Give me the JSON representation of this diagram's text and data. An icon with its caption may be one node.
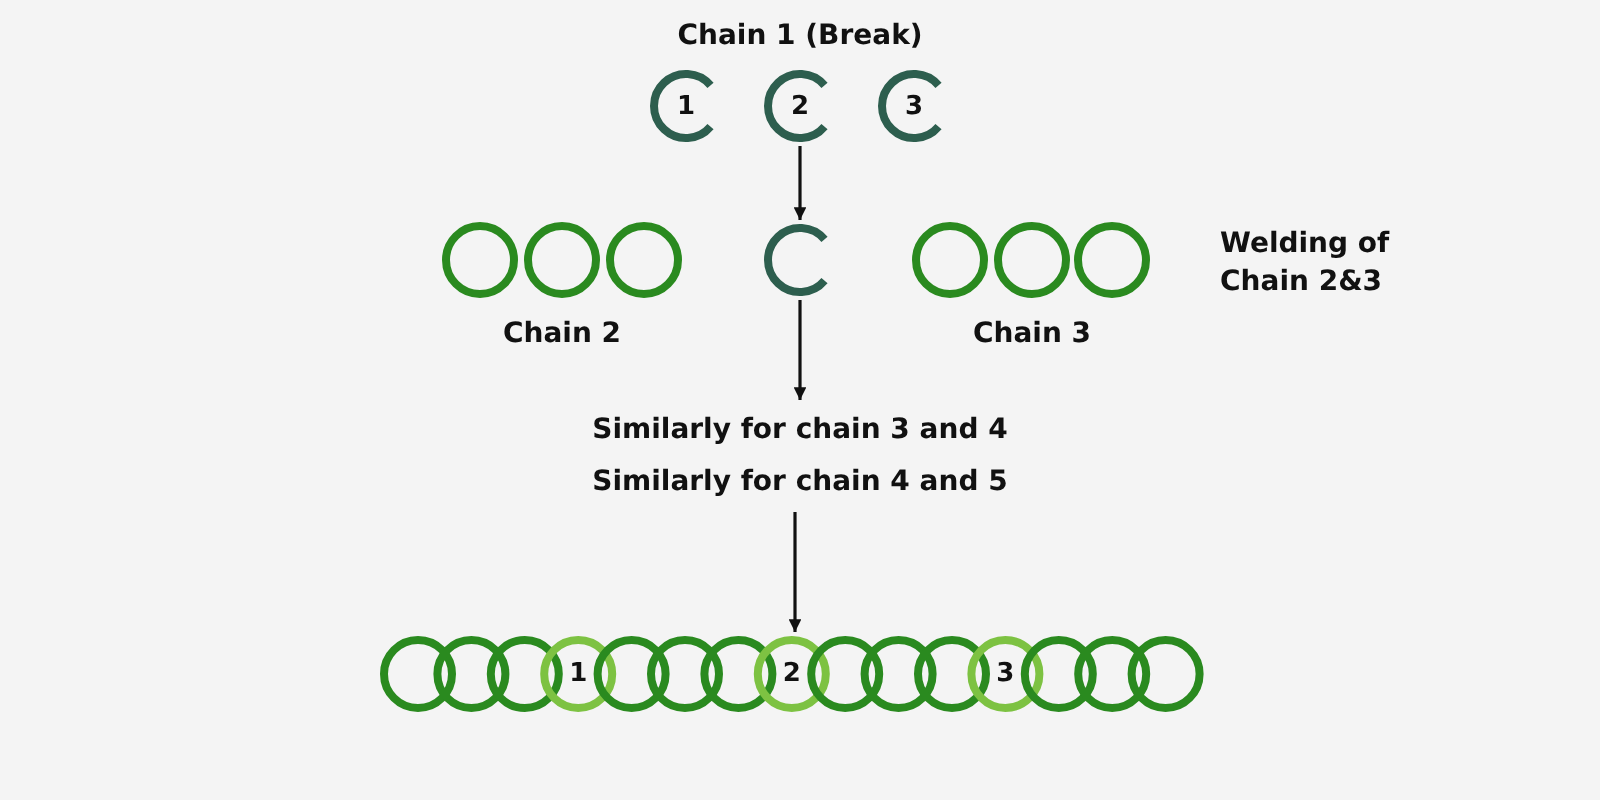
{
  "diagram": {
    "nodes": [
      {
        "text": [
          "1"
        ]
      },
      {
        "text": [
          "2"
        ]
      },
      {
        "text": [
          "3"
        ]
      },
      {
        "text": [],
        "shape": "circle"
      },
      {
        "text": [
          "Similarly for chain 3 and 4",
          "Similarly for chain 4 and 5"
        ]
      },
      {
        "text": [
          "1",
          "2",
          "3"
        ]
      }
    ],
    "edges": [
      {
        "from": 1,
        "to": 3,
        "arrow": "to"
      },
      {
        "from": 3,
        "to": 4,
        "arrow": "to"
      },
      {
        "from": 4,
        "to": 5,
        "arrow": "to"
      }
    ],
    "labels": [
      "Chain 1 (Break)",
      "Chain 2",
      "Chain 3",
      "Welding of Chain 2&3"
    ]
  }
}
